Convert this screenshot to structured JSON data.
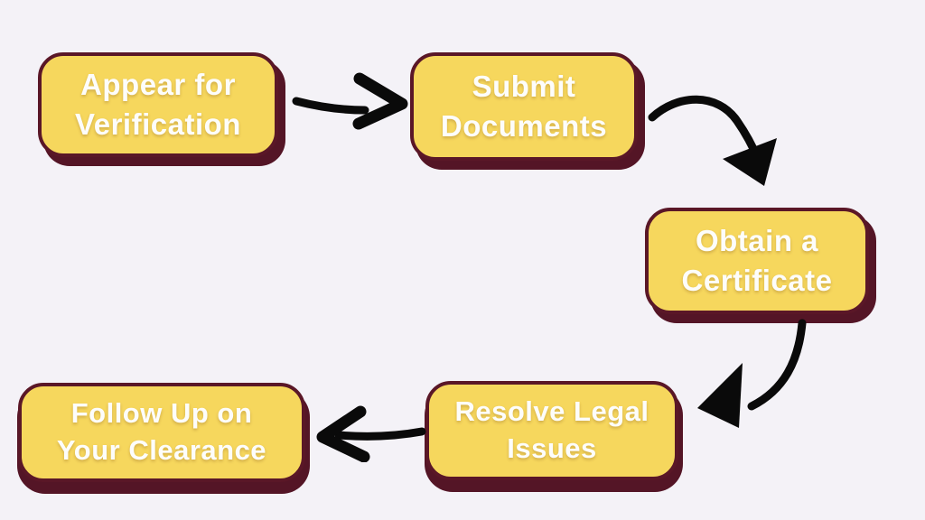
{
  "page": {
    "background": "#f4f2f7"
  },
  "flowchart": {
    "style": {
      "box_fill": "#f6d75d",
      "box_border": "#5a1727",
      "box_shadow": "#541526",
      "text_color": "#fdfdfb",
      "arrow_color": "#0a0a0a"
    },
    "steps": [
      {
        "id": 1,
        "label": "Appear for Verification",
        "lines": [
          "Appear for",
          "Verification"
        ]
      },
      {
        "id": 2,
        "label": "Submit Documents",
        "lines": [
          "Submit",
          "Documents"
        ]
      },
      {
        "id": 3,
        "label": "Obtain a Certificate",
        "lines": [
          "Obtain a",
          "Certificate"
        ]
      },
      {
        "id": 4,
        "label": "Resolve Legal Issues",
        "lines": [
          "Resolve Legal",
          "Issues"
        ]
      },
      {
        "id": 5,
        "label": "Follow Up on Your Clearance",
        "lines": [
          "Follow Up on",
          "Your Clearance"
        ]
      }
    ],
    "arrows": [
      {
        "from": "Appear for Verification",
        "to": "Submit Documents",
        "icon": "arrow-right-icon"
      },
      {
        "from": "Submit Documents",
        "to": "Obtain a Certificate",
        "icon": "arrow-curve-down-right-icon"
      },
      {
        "from": "Obtain a Certificate",
        "to": "Resolve Legal Issues",
        "icon": "arrow-curve-down-left-icon"
      },
      {
        "from": "Resolve Legal Issues",
        "to": "Follow Up on Your Clearance",
        "icon": "arrow-left-icon"
      }
    ]
  }
}
